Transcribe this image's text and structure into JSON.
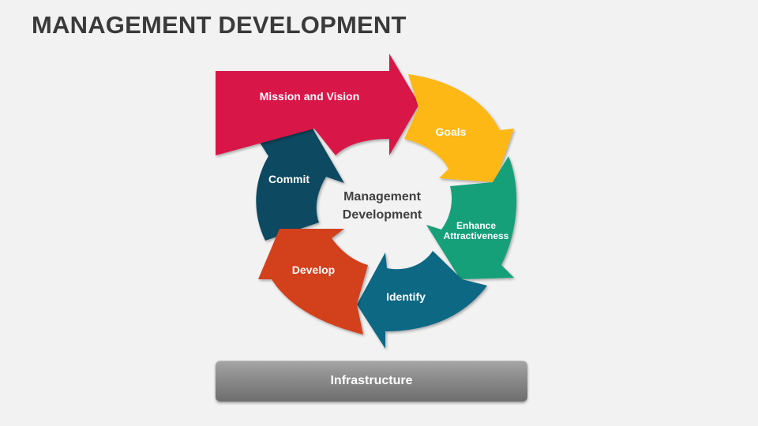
{
  "title": "MANAGEMENT DEVELOPMENT",
  "center": {
    "line1": "Management",
    "line2": "Development"
  },
  "segments": [
    {
      "label": "Mission and Vision",
      "color": "#d81546"
    },
    {
      "label": "Goals",
      "color": "#fdb813"
    },
    {
      "label_line1": "Enhance",
      "label_line2": "Attractiveness",
      "color": "#12a07a"
    },
    {
      "label": "Identify",
      "color": "#116784"
    },
    {
      "label": "Develop",
      "color": "#d2401c"
    },
    {
      "label": "Commit",
      "color": "#0b4a60"
    }
  ],
  "base": {
    "label": "Infrastructure",
    "color": "#8a8a8a"
  },
  "colors": {
    "background": "#f2f2f2",
    "title_text": "#3a3a3a",
    "center_text": "#404040"
  }
}
